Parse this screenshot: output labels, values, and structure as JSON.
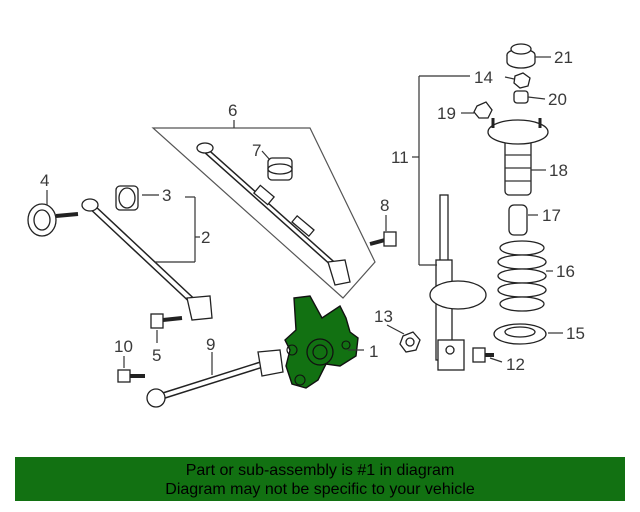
{
  "callouts": {
    "c1": "1",
    "c2": "2",
    "c3": "3",
    "c4": "4",
    "c5": "5",
    "c6": "6",
    "c7": "7",
    "c8": "8",
    "c9": "9",
    "c10": "10",
    "c11": "11",
    "c12": "12",
    "c13": "13",
    "c14": "14",
    "c15": "15",
    "c16": "16",
    "c17": "17",
    "c18": "18",
    "c19": "19",
    "c20": "20",
    "c21": "21"
  },
  "highlight_color": "#127112",
  "footer": {
    "line1": "Part or sub-assembly is #1 in diagram",
    "line2": "Diagram may not be specific to your vehicle"
  }
}
